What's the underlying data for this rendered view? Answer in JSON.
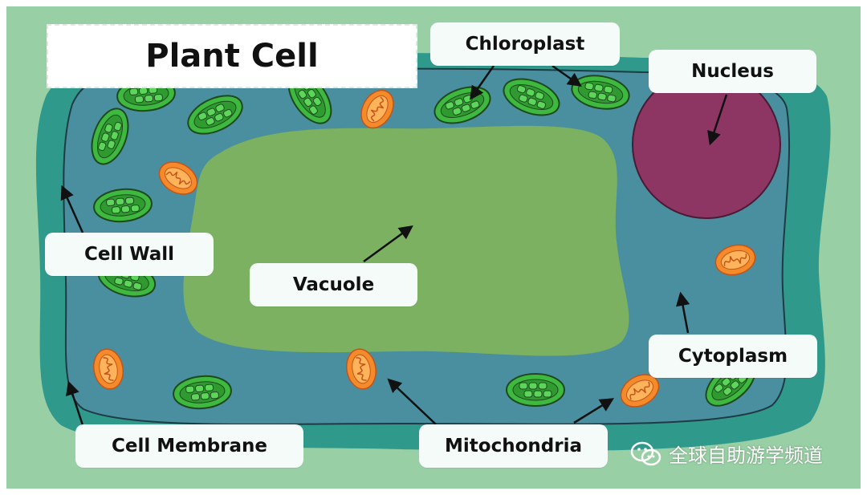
{
  "title": "Plant Cell",
  "labels": {
    "chloroplast": "Chloroplast",
    "nucleus": "Nucleus",
    "cell_wall": "Cell Wall",
    "vacuole": "Vacuole",
    "cytoplasm": "Cytoplasm",
    "cell_membrane": "Cell Membrane",
    "mitochondria": "Mitochondria"
  },
  "watermark": "全球自助游学频道",
  "colors": {
    "background": "#98cfa4",
    "cell_wall": "#2f9a8b",
    "cytoplasm": "#4a8fa0",
    "vacuole": "#7bb160",
    "nucleus": "#8d3664",
    "chloroplast": "#3fb83f",
    "mitochondria": "#f58a2a"
  }
}
